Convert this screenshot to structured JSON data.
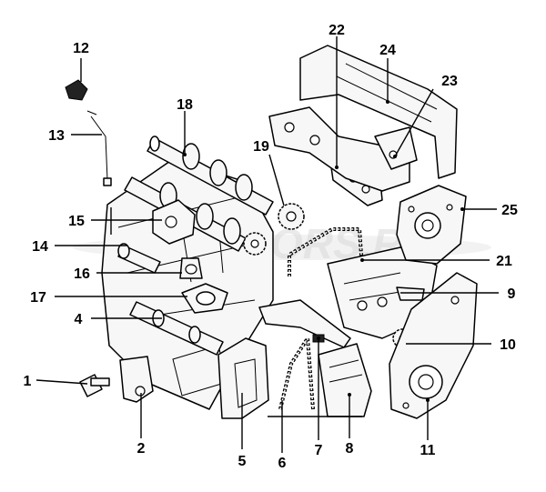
{
  "diagram": {
    "watermark": "GOMOTORS.RU",
    "callouts": [
      {
        "id": "callout-1",
        "text": "1"
      },
      {
        "id": "callout-2",
        "text": "2"
      },
      {
        "id": "callout-4",
        "text": "4"
      },
      {
        "id": "callout-5",
        "text": "5"
      },
      {
        "id": "callout-6",
        "text": "6"
      },
      {
        "id": "callout-7",
        "text": "7"
      },
      {
        "id": "callout-8",
        "text": "8"
      },
      {
        "id": "callout-9",
        "text": "9"
      },
      {
        "id": "callout-10",
        "text": "10"
      },
      {
        "id": "callout-11",
        "text": "11"
      },
      {
        "id": "callout-12",
        "text": "12"
      },
      {
        "id": "callout-13",
        "text": "13"
      },
      {
        "id": "callout-14",
        "text": "14"
      },
      {
        "id": "callout-15",
        "text": "15"
      },
      {
        "id": "callout-16",
        "text": "16"
      },
      {
        "id": "callout-17",
        "text": "17"
      },
      {
        "id": "callout-18",
        "text": "18"
      },
      {
        "id": "callout-19",
        "text": "19"
      },
      {
        "id": "callout-21",
        "text": "21"
      },
      {
        "id": "callout-22",
        "text": "22"
      },
      {
        "id": "callout-23",
        "text": "23"
      },
      {
        "id": "callout-24",
        "text": "24"
      },
      {
        "id": "callout-25",
        "text": "25"
      }
    ]
  }
}
